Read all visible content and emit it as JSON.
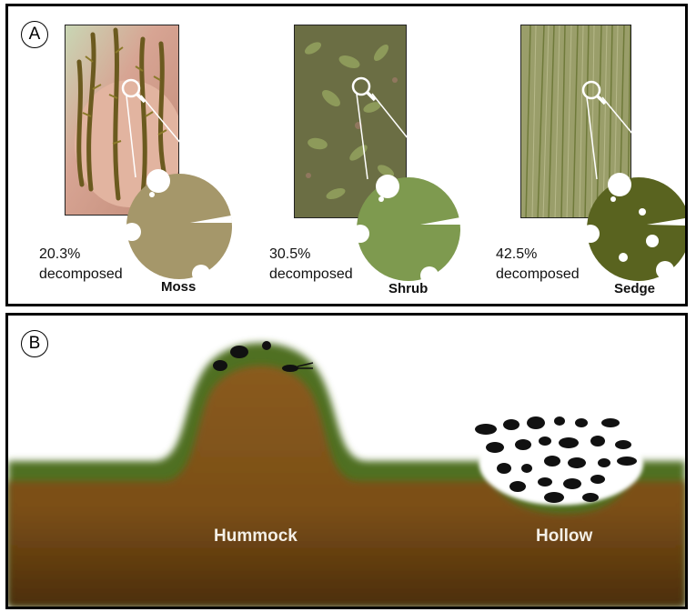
{
  "panel_a": {
    "letter": "A",
    "items": [
      {
        "percent": "20.3%",
        "word": "decomposed",
        "label": "Moss",
        "color": "#a5976a"
      },
      {
        "percent": "30.5%",
        "word": "decomposed",
        "label": "Shrub",
        "color": "#7e9a4f"
      },
      {
        "percent": "42.5%",
        "word": "decomposed",
        "label": "Sedge",
        "color": "#59631f"
      }
    ]
  },
  "panel_b": {
    "letter": "B",
    "hummock_label": "Hummock",
    "hollow_label": "Hollow",
    "soil_color": "#8a5b1f",
    "moss_color": "#4f6f22"
  }
}
